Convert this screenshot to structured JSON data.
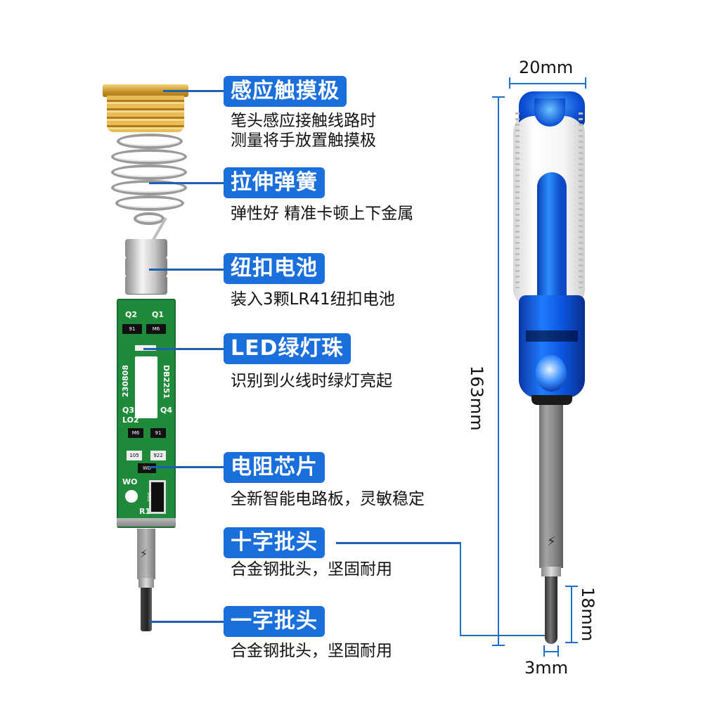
{
  "labels": [
    {
      "title": "感应触摸极",
      "desc": [
        "笔头感应接触线路时",
        "测量将手放置触摸极"
      ]
    },
    {
      "title": "拉伸弹簧",
      "desc": [
        "弹性好 精准卡顿上下金属"
      ]
    },
    {
      "title": "纽扣电池",
      "desc": [
        "装入3颗LR41纽扣电池"
      ]
    },
    {
      "title": "LED绿灯珠",
      "desc": [
        "识别到火线时绿灯亮起"
      ]
    },
    {
      "title": "电阻芯片",
      "desc": [
        "全新智能电路板，灵敏稳定"
      ]
    },
    {
      "title": "十字批头",
      "desc": [
        "合金钢批头，坚固耐用"
      ]
    },
    {
      "title": "一字批头",
      "desc": [
        "合金钢批头，坚固耐用"
      ]
    }
  ],
  "dimensions": {
    "width": "20mm",
    "length": "163mm",
    "tip_length": "18mm",
    "tip_width": "3mm"
  },
  "pcb": {
    "q2": "Q2",
    "q1": "Q1",
    "q3": "Q3",
    "q4": "Q4",
    "lo2": "LO2",
    "r1": "R1",
    "wo": "WO",
    "date_code": "230808",
    "part_no": "DB2251",
    "chip_q2": "91",
    "chip_q1": "M6",
    "chip_q3": "M6",
    "chip_q4": "91",
    "res_105": "105",
    "res_922": "922",
    "res_wd": "WD",
    "res_565": "565"
  },
  "icons": {
    "bolt": "⚡"
  },
  "colors": {
    "label_bg": "#1a6fdc",
    "leader_line": "#1f5fb0",
    "handle_blue": "#0c55e0",
    "pcb_green": "#1f8b3a",
    "brass": "#c58f24"
  }
}
